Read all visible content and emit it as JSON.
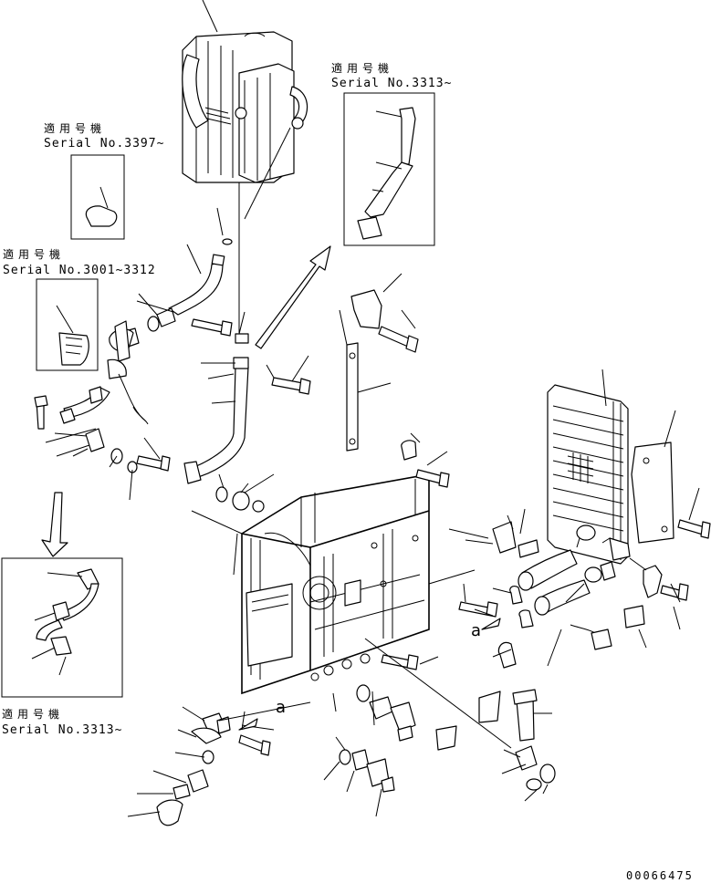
{
  "notes": {
    "upper_right": {
      "jp": "適用号機",
      "serial": "Serial No.3313~"
    },
    "upper_left": {
      "jp": "適用号機",
      "serial": "Serial No.3397~"
    },
    "left_mid": {
      "jp": "適用号機",
      "serial": "Serial No.3001~3312"
    },
    "lower_left": {
      "jp": "適用号機",
      "serial": "Serial No.3313~"
    }
  },
  "view_marks": {
    "a_right": "a",
    "a_bottom": "a"
  },
  "drawing_number": "00066475"
}
